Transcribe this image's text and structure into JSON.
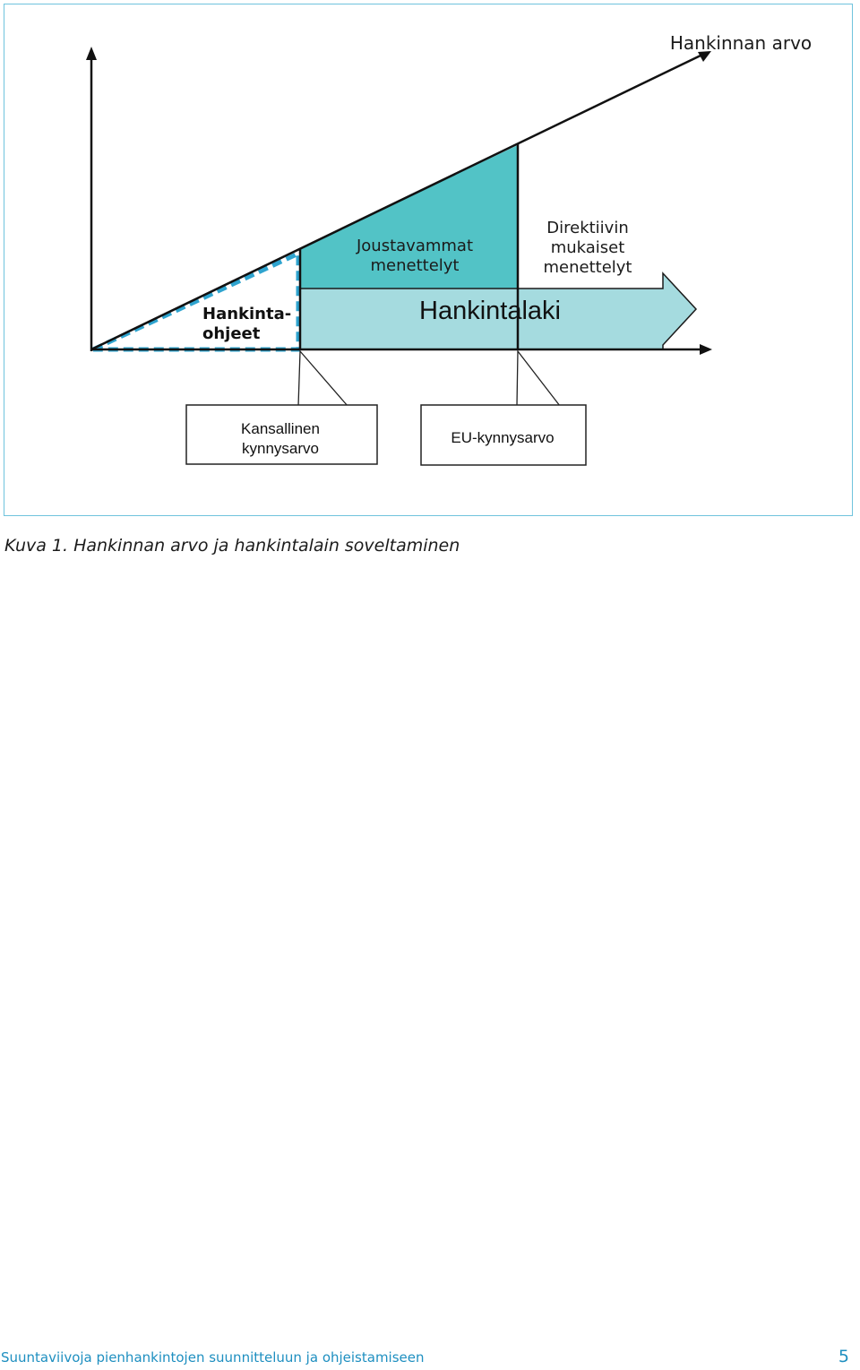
{
  "diagram": {
    "axis_label": "Hankinnan arvo",
    "region_flexible": [
      "Joustavammat",
      "menettelyt"
    ],
    "region_directive": [
      "Direktiivin",
      "mukaiset",
      "menettelyt"
    ],
    "region_guidelines": [
      "Hankinta-",
      "ohjeet"
    ],
    "arrow_label": "Hankintalaki",
    "threshold_national": [
      "Kansallinen",
      "kynnysarvo"
    ],
    "threshold_eu": "EU-kynnysarvo"
  },
  "colors": {
    "teal_fill": "#52c3c6",
    "light_teal_fill": "#a5dbdf",
    "dashed_border": "#2fa4cf",
    "frame_border": "#6fc3dd",
    "footer_blue": "#1e8fc0"
  },
  "caption": "Kuva 1. Hankinnan arvo ja hankintalain soveltaminen",
  "footer": {
    "text": "Suuntaviivoja pienhankintojen suunnitteluun ja ohjeistamiseen",
    "page_number": "5"
  }
}
